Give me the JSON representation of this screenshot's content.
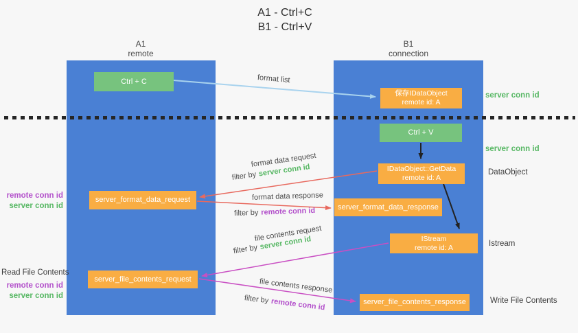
{
  "title": {
    "line1": "A1 - Ctrl+C",
    "line2": "B1 - Ctrl+V"
  },
  "columns": {
    "a": {
      "id": "A1",
      "subtitle": "remote"
    },
    "b": {
      "id": "B1",
      "subtitle": "connection"
    }
  },
  "nodes": {
    "ctrl_c": {
      "label": "Ctrl + C"
    },
    "save_idataobject": {
      "line1": "保存IDataObject",
      "line2": "remote id: A"
    },
    "ctrl_v": {
      "label": "Ctrl + V"
    },
    "getdata": {
      "line1": "IDataObject::GetData",
      "line2": "remote id: A"
    },
    "format_request": {
      "label": "server_format_data_request"
    },
    "format_response": {
      "label": "server_format_data_response"
    },
    "istream": {
      "line1": "IStream",
      "line2": "remote id: A"
    },
    "file_request": {
      "label": "server_file_contents_request"
    },
    "file_response": {
      "label": "server_file_contents_response"
    }
  },
  "arrow_labels": {
    "format_list": "format list",
    "format_data_request": "format data request",
    "format_data_response": "format data response",
    "file_contents_request": "file contents request",
    "file_contents_response": "file contents response",
    "filter_by": "filter by",
    "server_conn_id": "server conn id",
    "remote_conn_id": "remote conn id"
  },
  "side_labels": {
    "server_conn_id": "server conn id",
    "remote_conn_id": "remote conn id",
    "dataobject": "DataObject",
    "istream": "Istream",
    "read_file_contents": "Read File Contents",
    "write_file_contents": "Write File Contents"
  },
  "colors": {
    "background": "#f7f7f7",
    "column_blue": "#4a80d4",
    "node_green": "#77c37e",
    "node_orange": "#f9ad43",
    "green_text": "#56b763",
    "purple_text": "#b351cb",
    "red_arrow": "#e8695e",
    "magenta_arrow": "#c94fc3",
    "lightblue_arrow": "#a9d3ee",
    "black_arrow": "#222222"
  }
}
